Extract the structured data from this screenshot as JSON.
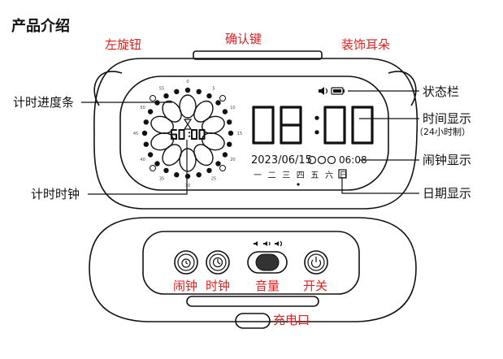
{
  "title": "产品介绍",
  "labels": {
    "left_knob": "左旋钮",
    "confirm_key": "确认键",
    "ear_decor": "装饰耳朵",
    "progress_bar": "计时进度条",
    "status_bar": "状态栏",
    "time_display": "时间显示",
    "time_display_note": "（24小时制）",
    "alarm_display": "闹钟显示",
    "timer_clock": "计时时钟",
    "date_display": "日期显示",
    "charge_port": "充电口"
  },
  "screen": {
    "time": "08:00",
    "timer": "60:00",
    "date": "2023/06/15",
    "alarm_time": "06:08",
    "weekdays": [
      "一",
      "二",
      "三",
      "四",
      "五",
      "六",
      "日"
    ],
    "dial_ticks": [
      "0",
      "5",
      "10",
      "15",
      "20",
      "25",
      "30",
      "35",
      "40",
      "45",
      "50",
      "55"
    ]
  },
  "buttons": [
    {
      "label": "闹钟",
      "icon": "alarm-clock-icon"
    },
    {
      "label": "时钟",
      "icon": "clock-icon"
    },
    {
      "label": "音量",
      "icon": "volume-icon"
    },
    {
      "label": "开关",
      "icon": "power-icon"
    }
  ],
  "colors": {
    "label_red": "#e02020",
    "outline": "#111111"
  }
}
